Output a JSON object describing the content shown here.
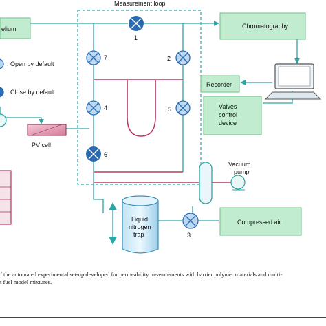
{
  "diagram": {
    "measurement_loop": "Measurement loop",
    "boxes": {
      "helium": "elium",
      "chromatography": "Chromatography",
      "recorder": "Recorder",
      "valves_control": [
        "Valves",
        "control",
        "device"
      ],
      "compressed_air": "Compressed air"
    },
    "legend": {
      "open": ": Open by default",
      "close": ": Close by default"
    },
    "valves": [
      "1",
      "7",
      "2",
      "4",
      "5",
      "6",
      "3"
    ],
    "pv_cell": "PV cell",
    "vacuum_pump": [
      "Vacuum",
      "pump"
    ],
    "trap": [
      "Liquid",
      "nitrogen",
      "trap"
    ]
  },
  "caption": [
    "f the automated experimental set-up developed for permeability measurements with barrier polymer materials and multi-",
    "t fuel model mixtures."
  ],
  "colors": {
    "line": "#2aa6a6",
    "box": "#c2ecd0",
    "box_edge": "#6dbf86",
    "valve_ring": "#2b6cb0",
    "valve_fill": "#bcd8f3",
    "pipe": "#b83a5e"
  }
}
